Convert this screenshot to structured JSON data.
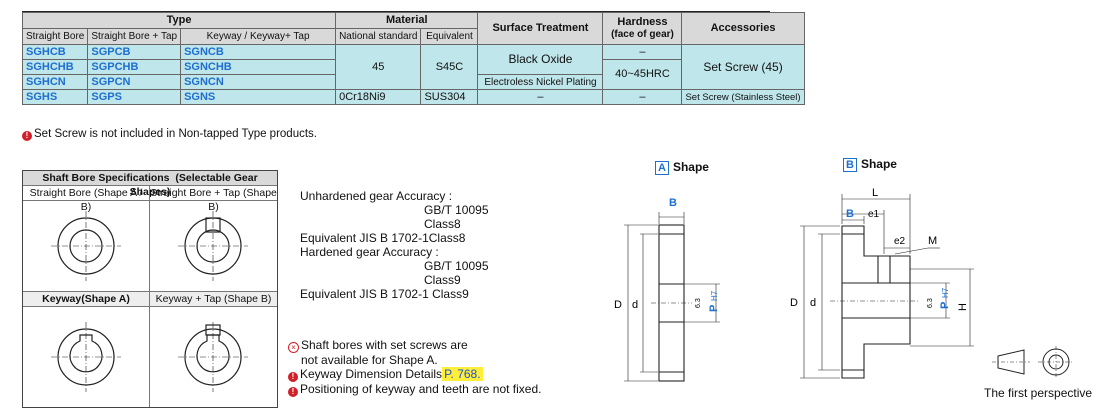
{
  "spec_table": {
    "headers": {
      "type": "Type",
      "material": "Material",
      "surface": "Surface Treatment",
      "hardness": "Hardness",
      "hardness_sub": "(face of gear)",
      "accessories": "Accessories",
      "straight_bore": "Straight Bore",
      "straight_bore_tap": "Straight Bore + Tap",
      "keyway": "Keyway / Keyway+ Tap",
      "national": "National standard",
      "equivalent": "Equivalent"
    },
    "rows": [
      {
        "a": "SGHCB",
        "b": "SGPCB",
        "c": "SGNCB"
      },
      {
        "a": "SGHCHB",
        "b": "SGPCHB",
        "c": "SGNCHB"
      },
      {
        "a": "SGHCN",
        "b": "SGPCN",
        "c": "SGNCN"
      },
      {
        "a": "SGHS",
        "b": "SGPS",
        "c": "SGNS"
      }
    ],
    "mat_45": "45",
    "mat_s45c": "S45C",
    "mat_0cr": "0Cr18Ni9",
    "mat_sus": "SUS304",
    "black_oxide": "Black Oxide",
    "nickel": "Electroless Nickel Plating",
    "dash": "–",
    "hardness_val": "40~45HRC",
    "set_screw": "Set Screw (45)",
    "set_screw_ss": "Set Screw (Stainless Steel)"
  },
  "note_setscrew": "Set Screw is not included in Non-tapped Type products.",
  "shaft_box": {
    "title": "Shaft Bore Specifications",
    "title2": "(Selectable Gear Shapes)",
    "straight_bore": "Straight Bore (Shape A / B)",
    "straight_bore_tap": "Straight Bore + Tap (Shape B)",
    "keyway": "Keyway(Shape A)",
    "keyway_tap": "Keyway + Tap (Shape B)"
  },
  "accuracy": {
    "line1": "Unhardened gear Accuracy :",
    "line2": "GB/T  10095 Class8",
    "line3": "Equivalent JIS B 1702-1Class8",
    "line4": "Hardened gear Accuracy :",
    "line5": "GB/T  10095 Class9",
    "line6": "Equivalent JIS B 1702-1 Class9"
  },
  "notes": {
    "n1a": "Shaft bores with set screws are",
    "n1b": "not available for Shape A.",
    "n2": "Keyway Dimension Details",
    "n2link": "P. 768.",
    "n3": "Positioning of keyway and teeth are not fixed."
  },
  "shape_a": {
    "box": "A",
    "label": "Shape",
    "b": "B",
    "D": "D",
    "d": "d",
    "tol": "6.3",
    "p": "P",
    "h7": "H7"
  },
  "shape_b": {
    "box": "B",
    "label": "Shape",
    "L": "L",
    "b": "B",
    "e1": "e1",
    "e2": "e2",
    "M": "M",
    "D": "D",
    "d": "d",
    "tol": "6.3",
    "p": "P",
    "h7": "H7",
    "H": "H"
  },
  "first_perspective": "The first perspective"
}
